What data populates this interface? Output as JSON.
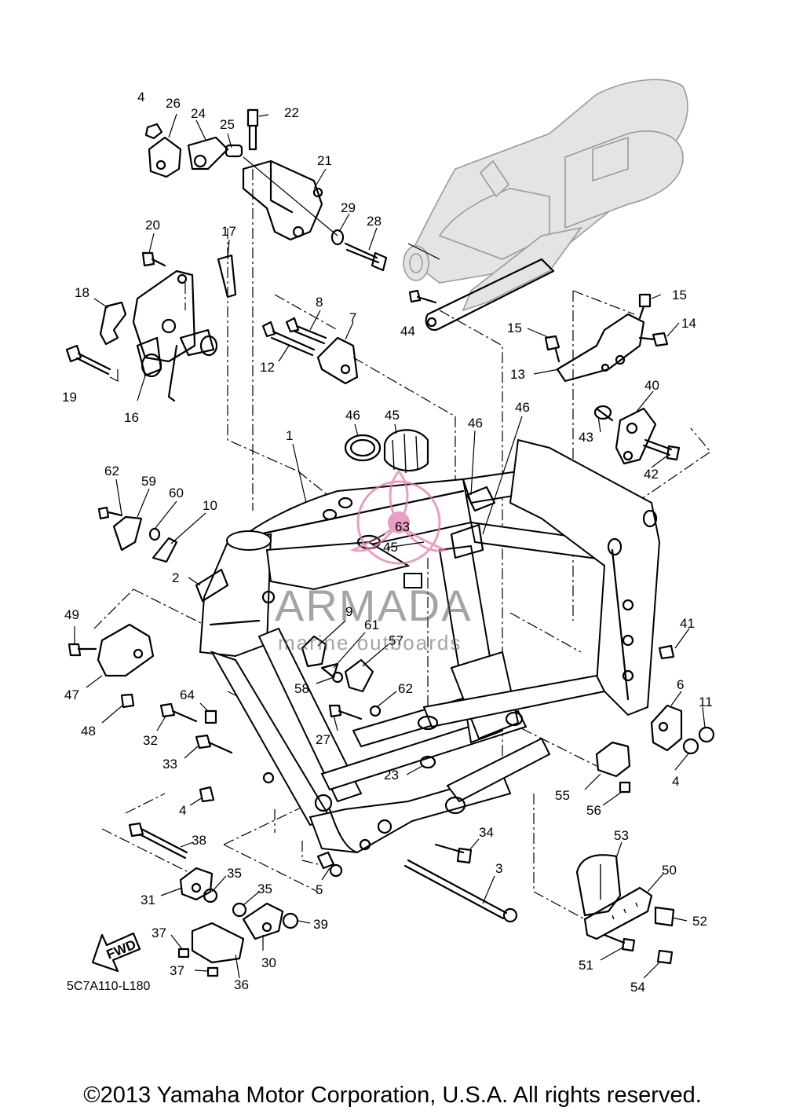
{
  "diagram": {
    "code": "5C7A110-L180",
    "fwd_label": "FWD",
    "watermark": {
      "title": "ARMADA",
      "subtitle": "marine outboards"
    },
    "copyright": "©2013 Yamaha Motor Corporation, U.S.A. All rights reserved.",
    "accent_color": "#e07fb0",
    "callouts": [
      "1",
      "2",
      "3",
      "4",
      "4",
      "4",
      "5",
      "6",
      "7",
      "8",
      "9",
      "10",
      "11",
      "12",
      "13",
      "14",
      "15",
      "15",
      "16",
      "17",
      "18",
      "19",
      "20",
      "21",
      "22",
      "23",
      "24",
      "25",
      "26",
      "27",
      "28",
      "29",
      "30",
      "31",
      "32",
      "33",
      "34",
      "35",
      "35",
      "36",
      "37",
      "37",
      "38",
      "39",
      "40",
      "41",
      "42",
      "43",
      "44",
      "45",
      "45",
      "46",
      "46",
      "46",
      "47",
      "48",
      "49",
      "50",
      "51",
      "52",
      "53",
      "54",
      "55",
      "56",
      "57",
      "58",
      "59",
      "60",
      "61",
      "62",
      "62",
      "63",
      "64"
    ]
  }
}
